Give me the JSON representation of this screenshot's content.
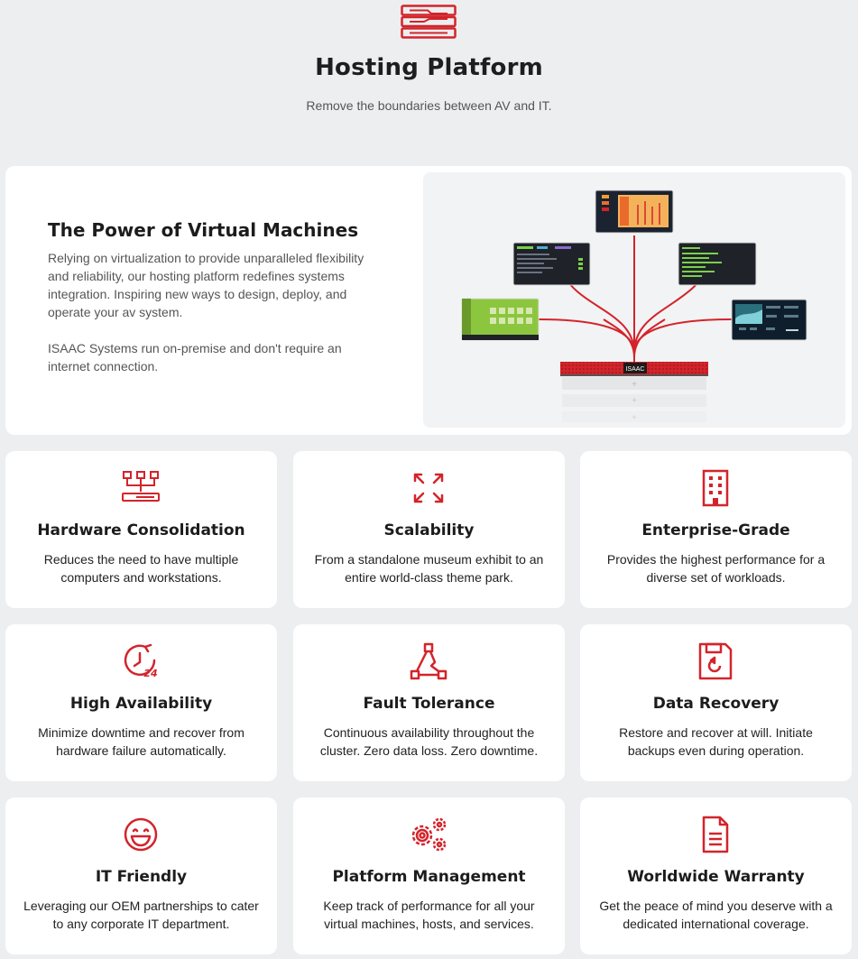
{
  "header": {
    "title": "Hosting Platform",
    "subtitle": "Remove the boundaries between AV and IT."
  },
  "hero": {
    "heading": "The Power of Virtual Machines",
    "paragraph1": "Relying on virtualization to provide unparalleled flexibility and reliability, our hosting platform redefines systems integration. Inspiring new ways to design, deploy, and operate your av system.",
    "paragraph2": "ISAAC Systems run on-premise and don't require an internet connection.",
    "server_label": "ISAAC"
  },
  "colors": {
    "accent": "#d3242b",
    "background": "#eceef0",
    "card": "#ffffff"
  },
  "features": [
    {
      "icon": "hardware-consolidation-icon",
      "title": "Hardware Consolidation",
      "text": "Reduces the need to have multiple computers and workstations."
    },
    {
      "icon": "expand-arrows-icon",
      "title": "Scalability",
      "text": "From a standalone museum exhibit to an entire world-class theme park."
    },
    {
      "icon": "building-icon",
      "title": "Enterprise-Grade",
      "text": "Provides the highest performance for a diverse set of workloads."
    },
    {
      "icon": "clock-24-icon",
      "title": "High Availability",
      "text": "Minimize downtime and recover from hardware failure automatically."
    },
    {
      "icon": "network-triangle-icon",
      "title": "Fault Tolerance",
      "text": "Continuous availability throughout the cluster.  Zero data loss. Zero downtime."
    },
    {
      "icon": "floppy-restore-icon",
      "title": "Data Recovery",
      "text": "Restore and recover at will. Initiate backups even during operation."
    },
    {
      "icon": "smiley-icon",
      "title": "IT Friendly",
      "text": "Leveraging our OEM partnerships to cater to any corporate IT department."
    },
    {
      "icon": "gears-icon",
      "title": "Platform Management",
      "text": "Keep track of performance for all your virtual machines, hosts, and services."
    },
    {
      "icon": "document-icon",
      "title": "Worldwide Warranty",
      "text": "Get the peace of mind you deserve with a dedicated international coverage."
    }
  ]
}
